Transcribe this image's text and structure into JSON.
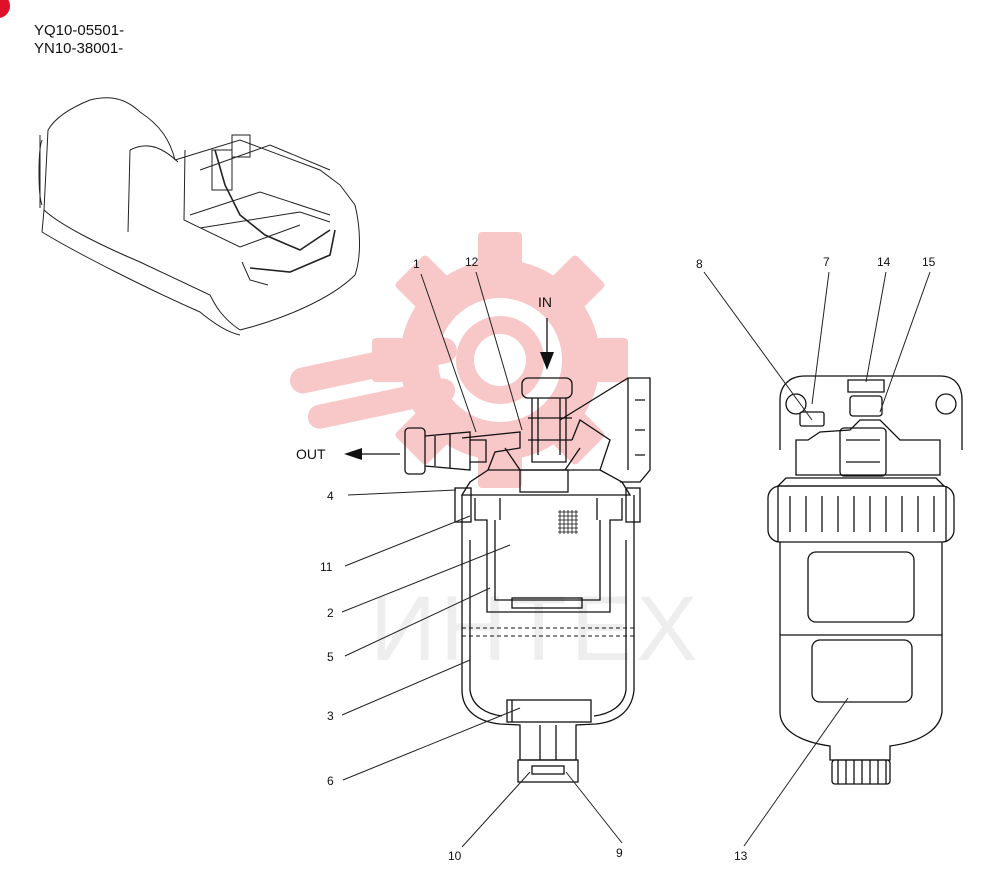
{
  "header": {
    "serial_1": "YQ10-05501-",
    "serial_2": "YN10-38001-"
  },
  "flow": {
    "in_label": "IN",
    "out_label": "OUT"
  },
  "watermark": {
    "text": "ИНТЕХ",
    "color": "#f29a9a"
  },
  "callouts": {
    "c1": "1",
    "c2": "2",
    "c3": "3",
    "c4": "4",
    "c5": "5",
    "c6": "6",
    "c7": "7",
    "c8": "8",
    "c9": "9",
    "c10": "10",
    "c11": "11",
    "c12": "12",
    "c13": "13",
    "c14": "14",
    "c15": "15"
  },
  "colors": {
    "accent": "#e0102a",
    "line": "#111111"
  }
}
